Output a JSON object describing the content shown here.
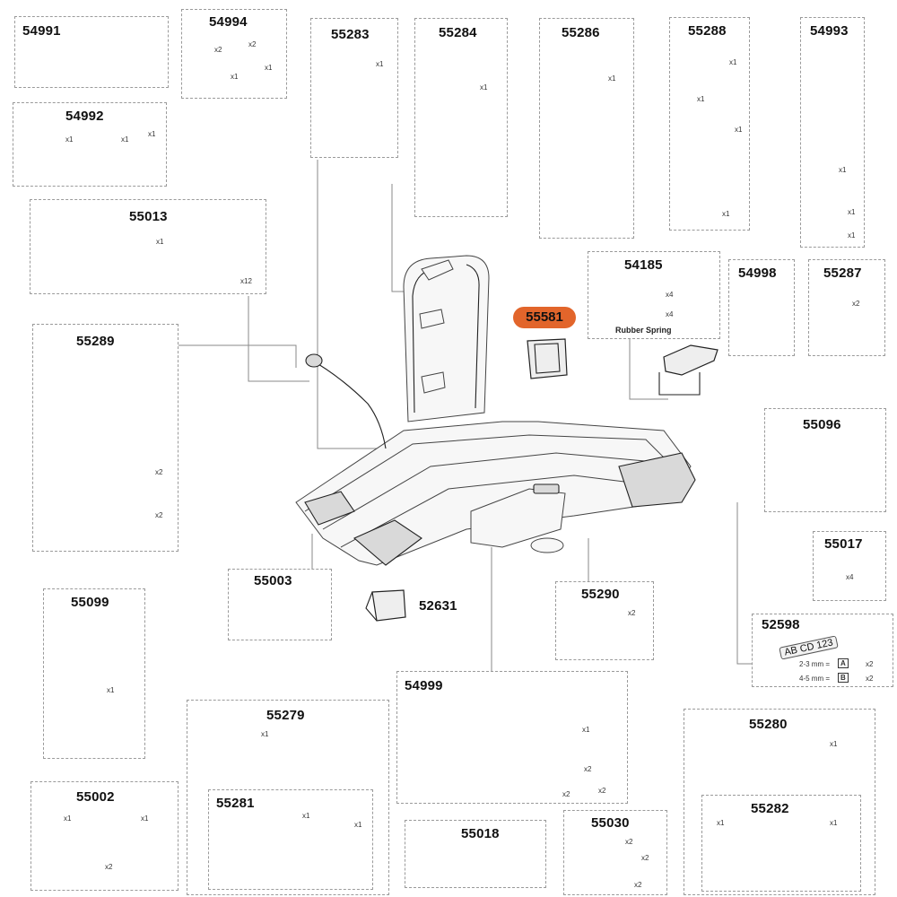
{
  "highlighted_part": "55581",
  "parts": {
    "p54991": {
      "number": "54991"
    },
    "p54994": {
      "number": "54994",
      "qty": [
        "x2",
        "x2",
        "x1",
        "x1"
      ]
    },
    "p55283": {
      "number": "55283",
      "qty": [
        "x1"
      ]
    },
    "p55284": {
      "number": "55284",
      "qty": [
        "x1"
      ]
    },
    "p55286": {
      "number": "55286",
      "qty": [
        "x1"
      ]
    },
    "p55288": {
      "number": "55288",
      "qty": [
        "x1",
        "x1",
        "x1",
        "x1"
      ]
    },
    "p54993": {
      "number": "54993",
      "qty": [
        "x1",
        "x1",
        "x1"
      ]
    },
    "p54992": {
      "number": "54992",
      "qty": [
        "x1",
        "x1",
        "x1"
      ]
    },
    "p55013": {
      "number": "55013",
      "qty": [
        "x1",
        "x12"
      ]
    },
    "p54185": {
      "number": "54185",
      "qty": [
        "x4",
        "x4"
      ],
      "note": "Rubber Spring"
    },
    "p54998": {
      "number": "54998"
    },
    "p55287": {
      "number": "55287",
      "qty": [
        "x2"
      ]
    },
    "p55289": {
      "number": "55289",
      "qty": [
        "x2",
        "x2"
      ]
    },
    "p55581": {
      "number": "55581"
    },
    "p55096": {
      "number": "55096"
    },
    "p55017": {
      "number": "55017",
      "qty": [
        "x4"
      ]
    },
    "p55003": {
      "number": "55003"
    },
    "p52631": {
      "number": "52631"
    },
    "p55290": {
      "number": "55290",
      "qty": [
        "x2"
      ]
    },
    "p52598": {
      "number": "52598",
      "plate": "AB CD 123",
      "row_a": "2-3 mm =",
      "row_b": "4-5 mm =",
      "letter_a": "A",
      "letter_b": "B",
      "qty": [
        "x2",
        "x2"
      ]
    },
    "p55099": {
      "number": "55099",
      "qty": [
        "x1"
      ]
    },
    "p54999": {
      "number": "54999",
      "qty": [
        "x1",
        "x2",
        "x2",
        "x2"
      ]
    },
    "p55279": {
      "number": "55279",
      "qty": [
        "x1"
      ]
    },
    "p55280": {
      "number": "55280",
      "qty": [
        "x1"
      ]
    },
    "p55002": {
      "number": "55002",
      "qty": [
        "x1",
        "x1",
        "x2"
      ]
    },
    "p55281": {
      "number": "55281",
      "qty": [
        "x1",
        "x1"
      ]
    },
    "p55018": {
      "number": "55018"
    },
    "p55030": {
      "number": "55030",
      "qty": [
        "x2",
        "x2",
        "x2"
      ]
    },
    "p55282": {
      "number": "55282",
      "qty": [
        "x1",
        "x1"
      ]
    }
  }
}
